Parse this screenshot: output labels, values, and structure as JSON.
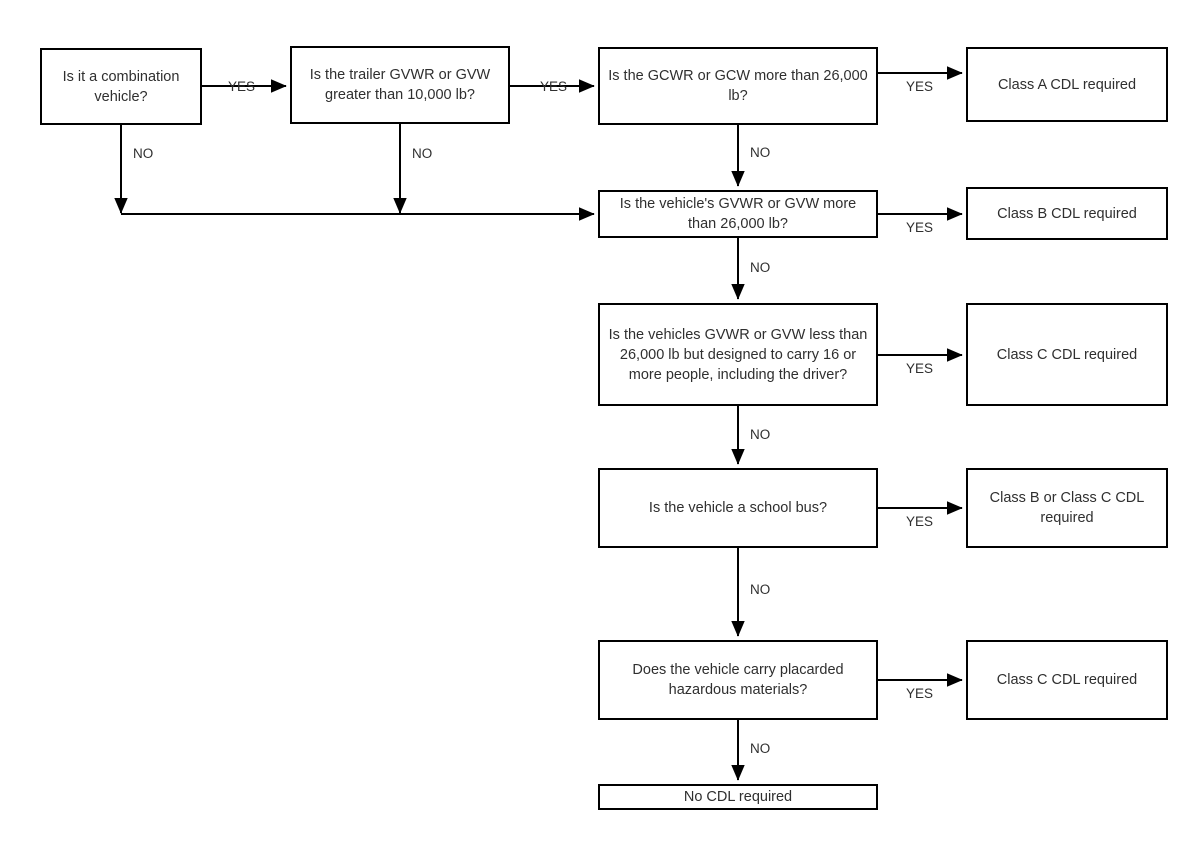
{
  "diagram": {
    "title": "CDL class determination flowchart",
    "stroke_color": "#000000",
    "text_color": "#2f2f2f",
    "background": "#ffffff"
  },
  "nodes": {
    "q_combination": "Is it a combination vehicle?",
    "q_trailer": "Is the trailer GVWR or GVW greater than 10,000 lb?",
    "q_gcwr": "Is the GCWR or GCW more than 26,000 lb?",
    "r_class_a": "Class A CDL required",
    "q_vehicle_gvwr": "Is the vehicle's GVWR or GVW more than 26,000 lb?",
    "r_class_b": "Class B CDL required",
    "q_sixteen_people": "Is the vehicles GVWR or GVW less than 26,000 lb but designed to carry 16 or more people, including the driver?",
    "r_class_c_people": "Class C CDL required",
    "q_school_bus": "Is the vehicle a school bus?",
    "r_class_b_or_c": "Class B or Class C CDL required",
    "q_hazmat": "Does the vehicle carry placarded hazardous materials?",
    "r_class_c_hazmat": "Class C CDL required",
    "r_no_cdl": "No CDL required"
  },
  "edge_labels": {
    "yes_combination": "YES",
    "no_combination": "NO",
    "yes_trailer": "YES",
    "no_trailer": "NO",
    "yes_gcwr": "YES",
    "no_gcwr": "NO",
    "yes_vehicle_gvwr": "YES",
    "no_vehicle_gvwr": "NO",
    "yes_sixteen_people": "YES",
    "no_sixteen_people": "NO",
    "yes_school_bus": "YES",
    "no_school_bus": "NO",
    "yes_hazmat": "YES",
    "no_hazmat": "NO"
  }
}
